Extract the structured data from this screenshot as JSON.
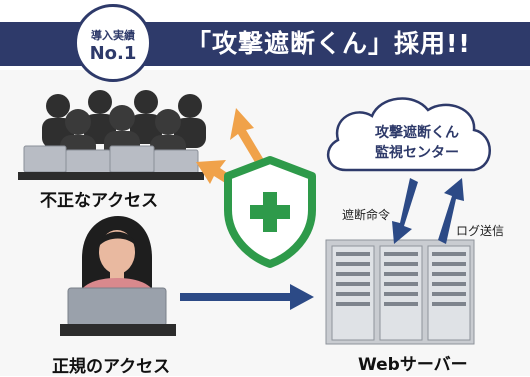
{
  "header": {
    "title": "「攻撃遮断くん」採用!!",
    "badge_top": "導入実績",
    "badge_main": "No.1"
  },
  "cloud": {
    "line1": "攻撃遮断くん",
    "line2": "監視センター"
  },
  "labels": {
    "unauthorized_access": "不正なアクセス",
    "authorized_access": "正規のアクセス",
    "web_server": "Webサーバー",
    "block_command": "遮断命令",
    "log_send": "ログ送信"
  },
  "colors": {
    "navy": "#2e3a6a",
    "arrow_orange": "#f0a24a",
    "shield_green": "#2e9a4a",
    "arrow_blue": "#2c4a86"
  }
}
